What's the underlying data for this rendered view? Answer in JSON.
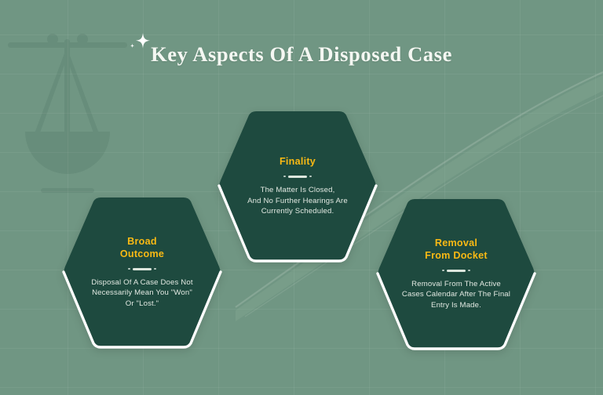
{
  "theme": {
    "background_color": "#709683",
    "card_color": "#1E4A3F",
    "accent_color": "#F9B914",
    "title_color": "#F4F7F2",
    "body_color": "#E2E9E2",
    "stroke_color": "#FFFFFF"
  },
  "header": {
    "title": "Key Aspects Of A Disposed Case",
    "sparkle_icon": "sparkle-icon"
  },
  "background": {
    "watermark_icon": "scales-of-justice-icon",
    "decor_icon": "swoosh-curves-icon",
    "grid": "grid-lines"
  },
  "cards": [
    {
      "id": "broad-outcome",
      "title": "Broad\nOutcome",
      "body": "Disposal Of A Case Does Not\nNecessarily Mean You \"Won\"\nOr \"Lost.\"",
      "divider_icon": "dot-bar-dot-divider"
    },
    {
      "id": "finality",
      "title": "Finality",
      "body": "The Matter Is Closed,\nAnd No Further Hearings Are\nCurrently Scheduled.",
      "divider_icon": "dot-bar-dot-divider"
    },
    {
      "id": "removal-from-docket",
      "title": "Removal\nFrom Docket",
      "body": "Removal From The Active\nCases Calendar After The Final\nEntry Is Made.",
      "divider_icon": "dot-bar-dot-divider"
    }
  ]
}
